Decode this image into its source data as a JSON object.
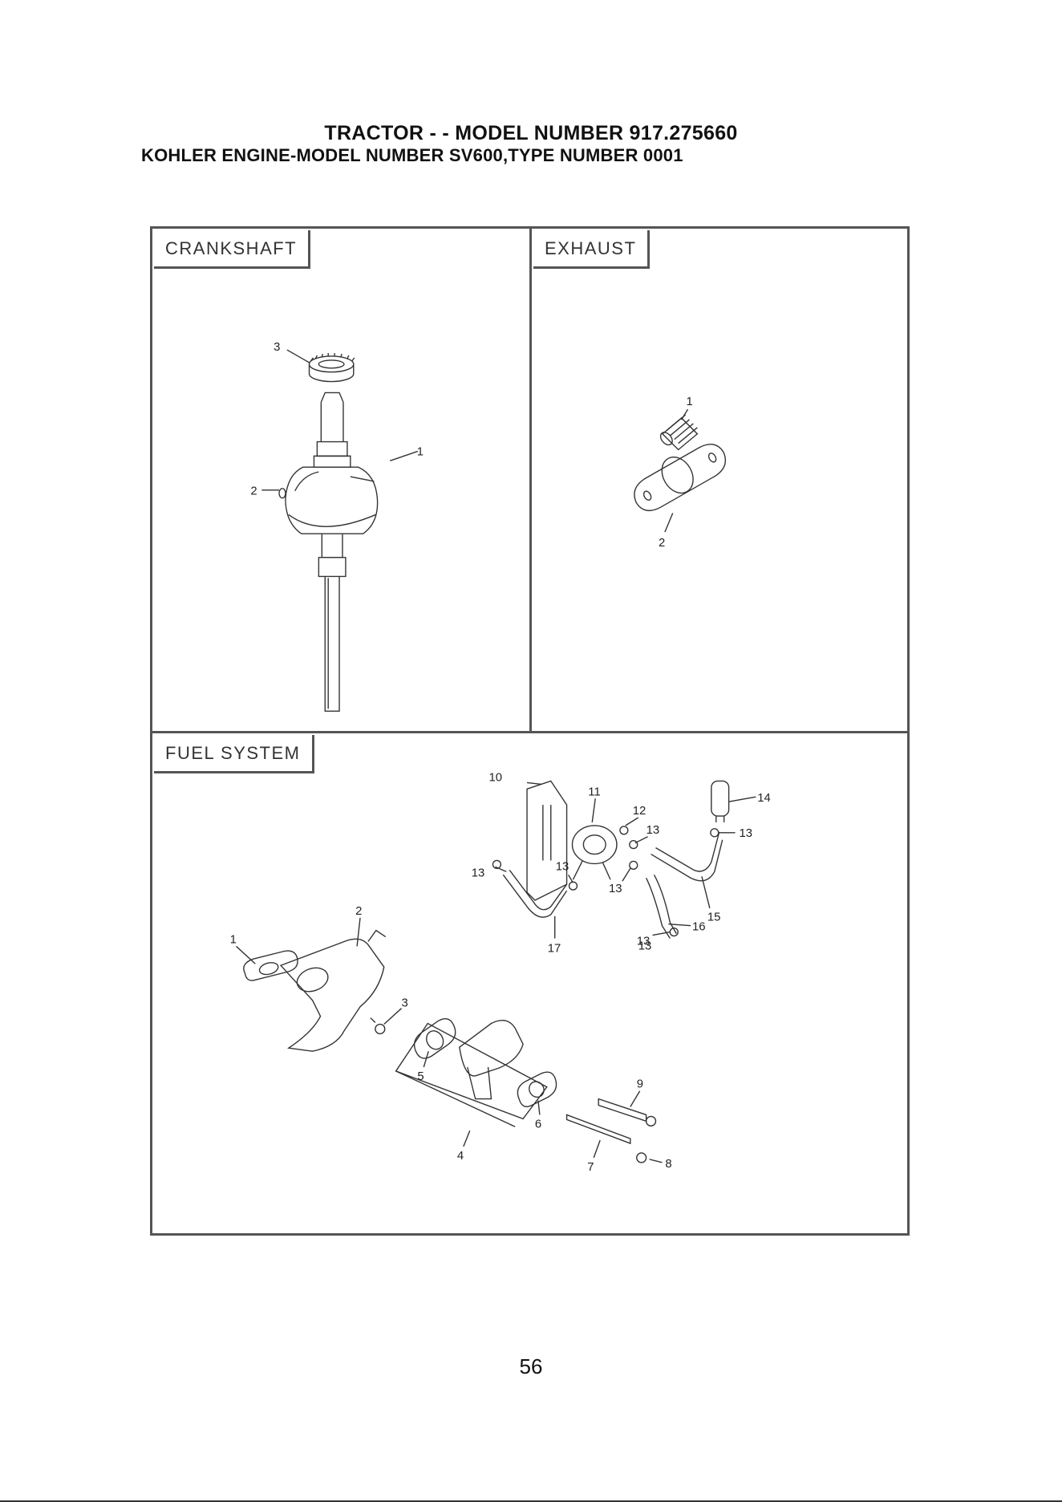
{
  "header": {
    "line1": "TRACTOR - - MODEL NUMBER 917.275660",
    "line2": "KOHLER ENGINE-MODEL NUMBER SV600,TYPE NUMBER 0001"
  },
  "panels": {
    "crankshaft": {
      "title": "CRANKSHAFT",
      "callouts": [
        "3",
        "1",
        "2"
      ]
    },
    "exhaust": {
      "title": "EXHAUST",
      "callouts": [
        "1",
        "2"
      ]
    },
    "fuel": {
      "title": "FUEL SYSTEM",
      "callouts": [
        "10",
        "11",
        "12",
        "13",
        "14",
        "13",
        "13",
        "13",
        "13",
        "13",
        "15",
        "16",
        "17",
        "13",
        "1",
        "2",
        "3",
        "5",
        "6",
        "4",
        "9",
        "7",
        "8"
      ]
    }
  },
  "page_number": "56"
}
